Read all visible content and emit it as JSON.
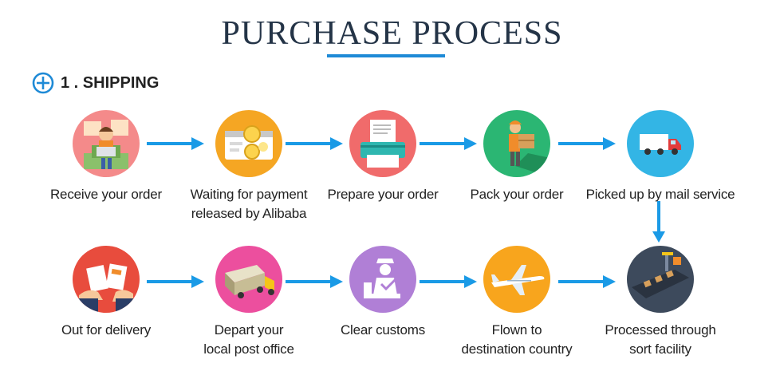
{
  "header": {
    "title": "PURCHASE PROCESS",
    "section_label": "1 . SHIPPING"
  },
  "colors": {
    "accent": "#1e8ad6",
    "arrow": "#1a9ae6",
    "title": "#243447"
  },
  "steps": [
    {
      "line1": "Receive your order",
      "line2": "",
      "icon": "person-at-laptop-icon",
      "bg": "#f48a8a"
    },
    {
      "line1": "Waiting for payment",
      "line2": "released by Alibaba",
      "icon": "payment-coin-icon",
      "bg": "#f5a623"
    },
    {
      "line1": "Prepare your order",
      "line2": "",
      "icon": "printer-document-icon",
      "bg": "#f06b6b"
    },
    {
      "line1": "Pack your order",
      "line2": "",
      "icon": "worker-with-box-icon",
      "bg": "#2bb673"
    },
    {
      "line1": "Picked up by mail service",
      "line2": "",
      "icon": "delivery-truck-icon",
      "bg": "#33b5e5"
    },
    {
      "line1": "Out for delivery",
      "line2": "",
      "icon": "hands-with-package-icon",
      "bg": "#e84c3d"
    },
    {
      "line1": "Depart your",
      "line2": "local post office",
      "icon": "lorry-icon",
      "bg": "#ec4f9e"
    },
    {
      "line1": "Clear customs",
      "line2": "",
      "icon": "customs-officer-icon",
      "bg": "#b07fd6"
    },
    {
      "line1": "Flown to",
      "line2": "destination country",
      "icon": "airplane-icon",
      "bg": "#f8a51d"
    },
    {
      "line1": "Processed through",
      "line2": "sort facility",
      "icon": "conveyor-belt-icon",
      "bg": "#3d4a5c"
    }
  ]
}
